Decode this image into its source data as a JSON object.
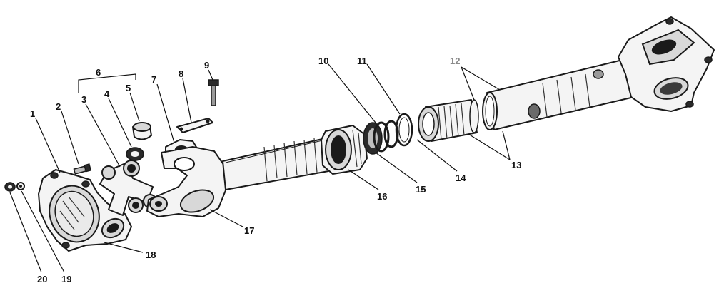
{
  "diagram": {
    "labels": {
      "l1": "1",
      "l2": "2",
      "l3": "3",
      "l4": "4",
      "l5": "5",
      "l6": "6",
      "l7": "7",
      "l8": "8",
      "l9": "9",
      "l10": "10",
      "l11": "11",
      "l12": "12",
      "l13": "13",
      "l14": "14",
      "l15": "15",
      "l16": "16",
      "l17": "17",
      "l18": "18",
      "l19": "19",
      "l20": "20"
    },
    "colors": {
      "ink": "#1a1a1a",
      "highlight_label": "#8a8a8a",
      "background": "#ffffff"
    }
  }
}
